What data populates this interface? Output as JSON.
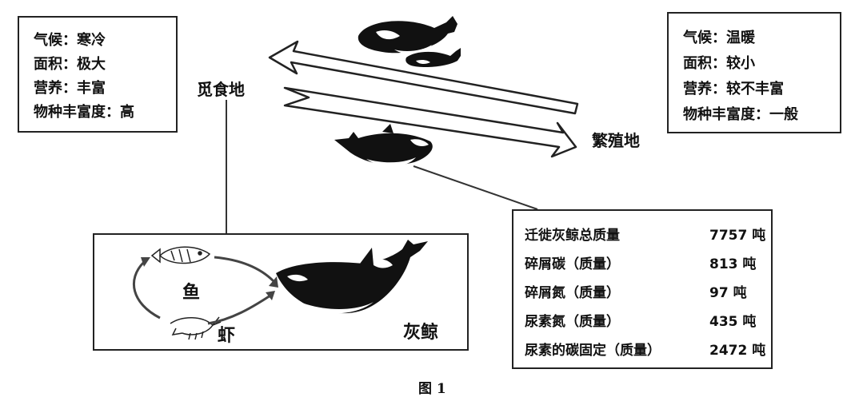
{
  "feeding_ground": {
    "label": "觅食地",
    "info": [
      "气候：寒冷",
      "面积：极大",
      "营养：丰富",
      "物种丰富度：高"
    ]
  },
  "breeding_ground": {
    "label": "繁殖地",
    "info": [
      "气候：温暖",
      "面积：较小",
      "营养：较不丰富",
      "物种丰富度：一般"
    ]
  },
  "food_web": {
    "fish_label": "鱼",
    "shrimp_label": "虾",
    "whale_label": "灰鲸"
  },
  "stats": [
    {
      "label": "迁徙灰鲸总质量",
      "value": "7757 吨"
    },
    {
      "label": "碎屑碳（质量）",
      "value": "813 吨"
    },
    {
      "label": "碎屑氮（质量）",
      "value": "97 吨"
    },
    {
      "label": "尿素氮（质量）",
      "value": "435 吨"
    },
    {
      "label": "尿素的碳固定（质量）",
      "value": "2472 吨"
    }
  ],
  "caption": "图 1"
}
